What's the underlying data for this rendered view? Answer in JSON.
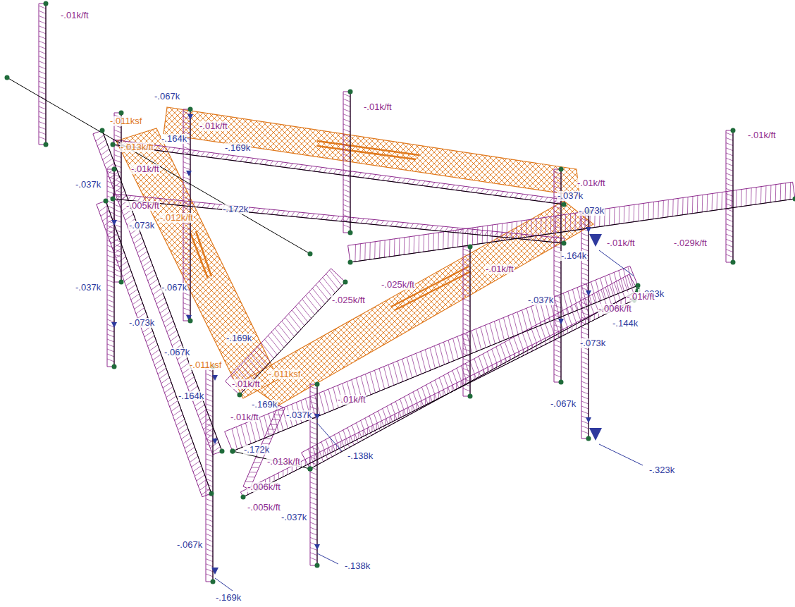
{
  "diagram": {
    "labels": [
      "-.01k/ft",
      "-.01k/ft",
      "-.01k/ft",
      "-.067k",
      "-.011ksf",
      "-.01k/ft",
      "-.164k",
      "-.169k",
      "-.013k/ft",
      "-.01k/ft",
      "-.037k",
      "-.172k",
      "-.005k/ft",
      "-.073k",
      "-.012k/ft",
      "-.037k",
      "-.01k/ft",
      "-.073k",
      "-.01k/ft",
      "-.029k/ft",
      "-.164k",
      "-.323k",
      "-.01k/ft",
      "-.025k/ft",
      "-.025k/ft",
      "-.037k",
      "-.067k",
      "-.073k",
      "-.037k",
      "-.01k/ft",
      "-.006k/ft",
      "-.144k",
      "-.169k",
      "-.073k",
      "-.067k",
      "-.011ksf",
      "-.011ksf",
      "-.01k/ft",
      "-.01k/ft",
      "-.164k",
      "-.169k",
      "-.037k",
      "-.01k/ft",
      "-.067k",
      "-.172k",
      "-.013k/ft",
      "-.138k",
      "-.323k",
      "-.006k/ft",
      "-.005k/ft",
      "-.037k",
      "-.067k",
      "-.138k",
      "-.169k"
    ]
  }
}
